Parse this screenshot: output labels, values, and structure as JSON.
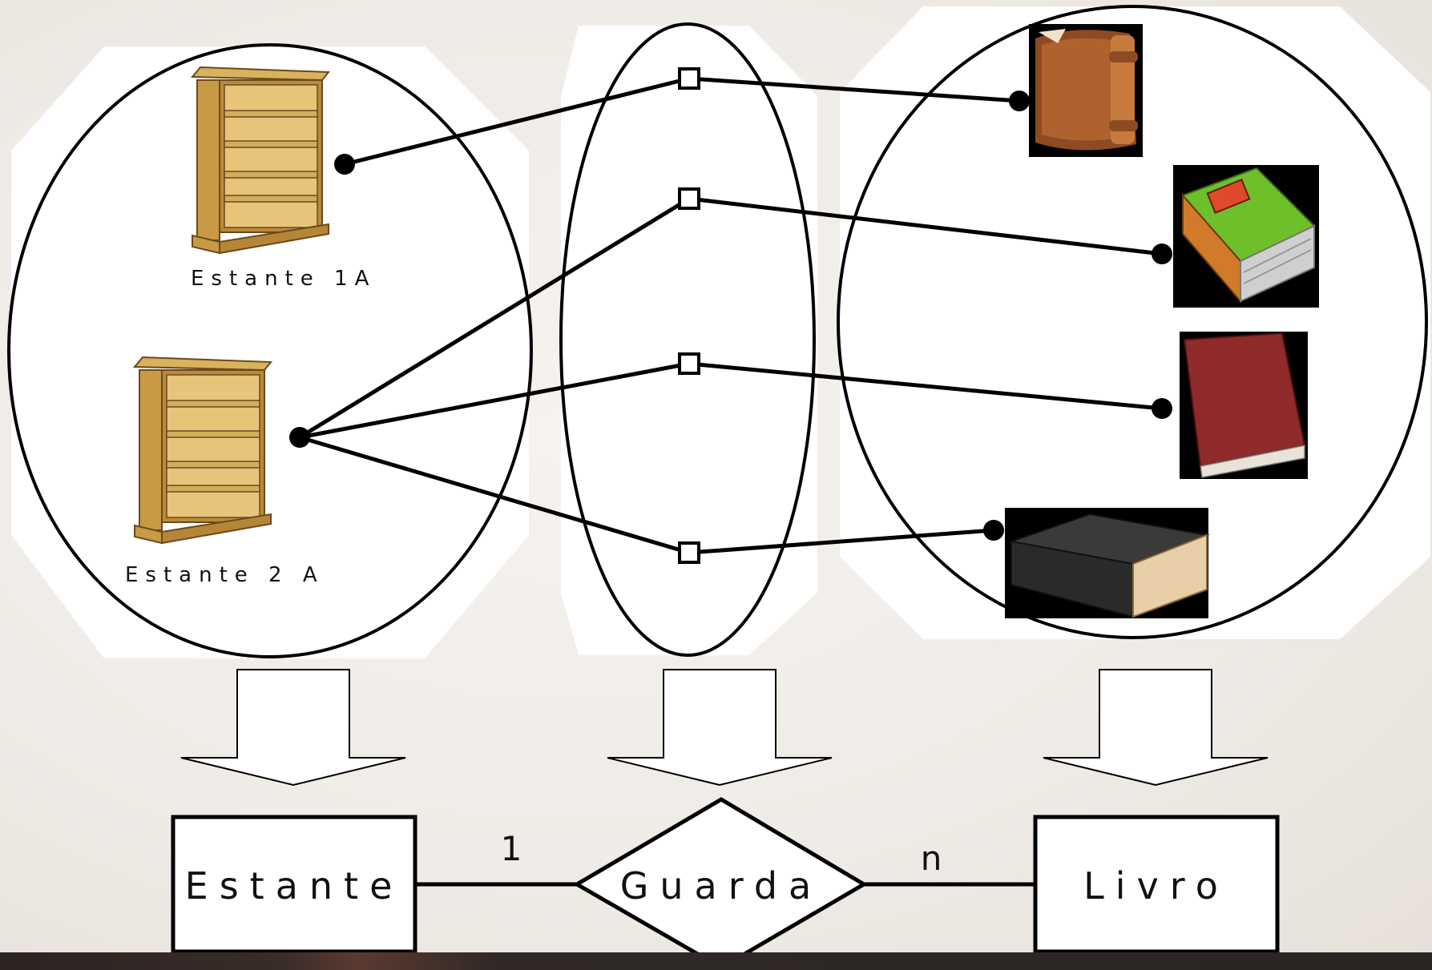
{
  "sets": {
    "shelves": {
      "items": [
        "Estante 1A",
        "Estante 2 A"
      ]
    },
    "relationship": {
      "instances": 4
    },
    "books": {
      "items": [
        "brown-book",
        "green-book",
        "red-book",
        "black-book"
      ]
    }
  },
  "er": {
    "entity_left": "Estante",
    "relationship": "Guarda",
    "entity_right": "Livro",
    "card_left": "1",
    "card_right": "n"
  }
}
